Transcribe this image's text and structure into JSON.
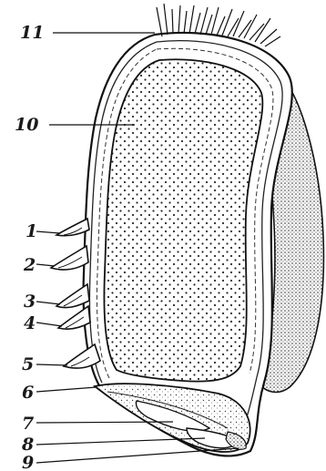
{
  "figure": {
    "labels": [
      "11",
      "10",
      "1",
      "2",
      "3",
      "4",
      "5",
      "6",
      "7",
      "8",
      "9"
    ]
  }
}
